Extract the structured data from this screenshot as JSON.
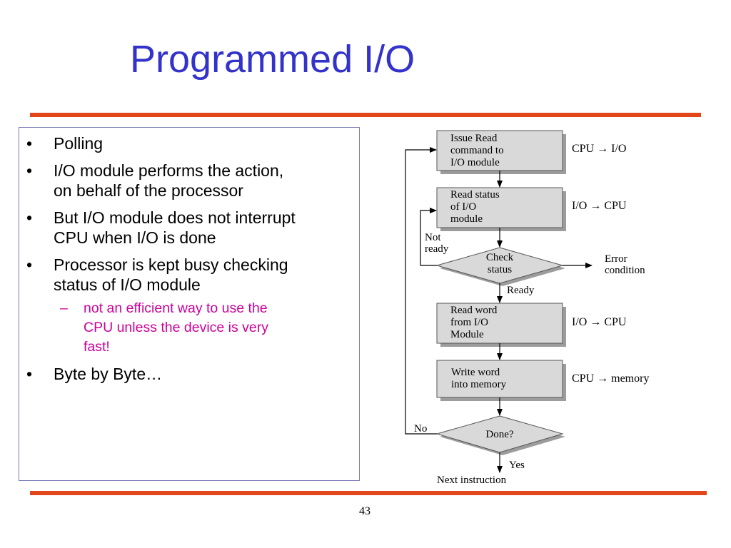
{
  "slide": {
    "title": "Programmed I/O",
    "page_number": "43"
  },
  "bullets": [
    {
      "text": "Polling"
    },
    {
      "text": "I/O module performs the action,",
      "text2": "on behalf of the processor"
    },
    {
      "text": "But I/O module does not interrupt",
      "text2": "CPU when I/O is done"
    },
    {
      "text": "Processor is kept busy checking",
      "text2": "status of I/O module",
      "sub": [
        {
          "line1": "not an efficient way to use the",
          "line2": "CPU unless the device is very",
          "line3": "fast!"
        }
      ]
    },
    {
      "text": "Byte by Byte…"
    }
  ],
  "flowchart": {
    "nodes": {
      "issue_read": {
        "line1": "Issue Read",
        "line2": "command to",
        "line3": "I/O module",
        "side": "CPU → I/O"
      },
      "read_status": {
        "line1": "Read status",
        "line2": "of I/O",
        "line3": "module",
        "side": "I/O → CPU"
      },
      "check_status": {
        "line1": "Check",
        "line2": "status"
      },
      "read_word": {
        "line1": "Read word",
        "line2": "from I/O",
        "line3": "Module",
        "side": "I/O → CPU"
      },
      "write_word": {
        "line1": "Write word",
        "line2": "into memory",
        "side": "CPU → memory"
      },
      "done": {
        "line1": "Done?"
      }
    },
    "edge_labels": {
      "not_ready_1": "Not",
      "not_ready_2": "ready",
      "ready": "Ready",
      "error_1": "Error",
      "error_2": "condition",
      "no": "No",
      "yes": "Yes",
      "next": "Next instruction"
    },
    "colors": {
      "box_fill": "#d9d9d9",
      "shadow": "#9c9c9c"
    }
  }
}
